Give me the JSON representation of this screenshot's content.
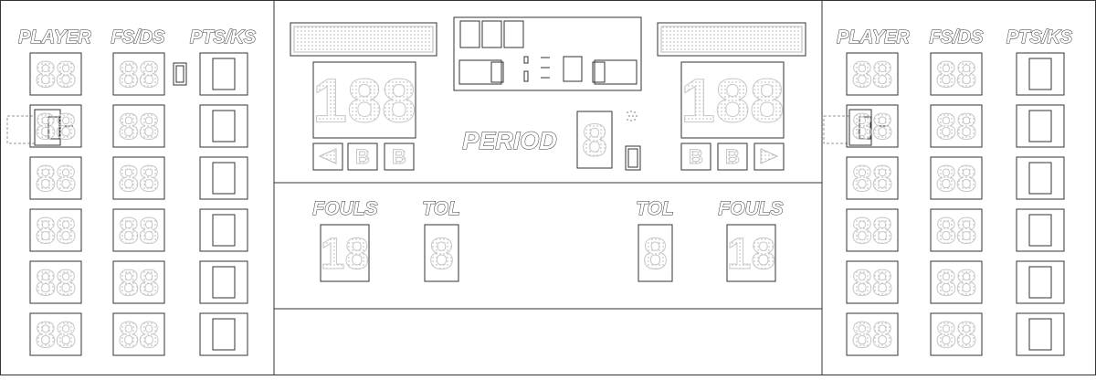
{
  "labels": {
    "player": "PLAYER",
    "fs_ds": "FS/DS",
    "pts_ks": "PTS/KS",
    "period": "PERIOD",
    "fouls": "FOULS",
    "tol": "TOL"
  },
  "digits": {
    "player": "88",
    "fs_ds": "88",
    "score": "188",
    "fouls": "18",
    "tol": "8",
    "period": "8",
    "bonus": "B"
  },
  "player_rows": 6,
  "colors": {
    "outline": "#333333",
    "led_dot": "#c8c8c8",
    "background": "#ffffff"
  }
}
